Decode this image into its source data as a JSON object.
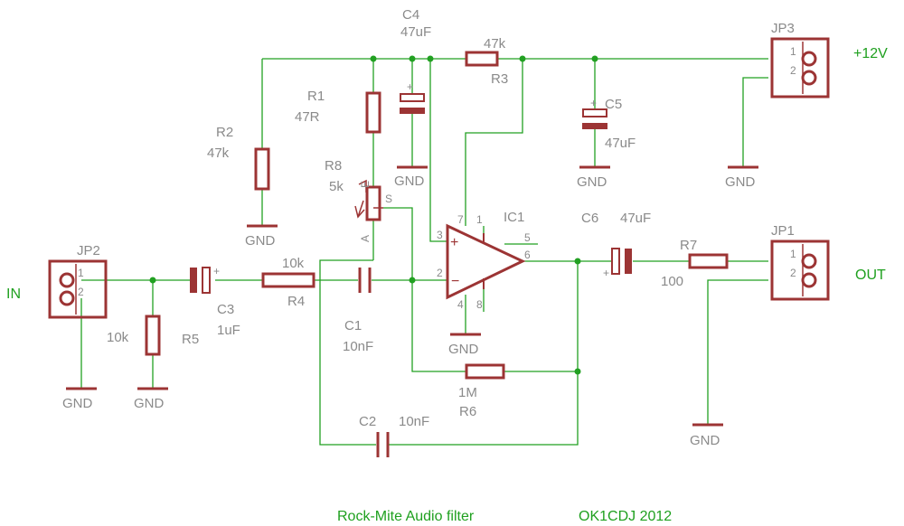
{
  "title": "Rock-Mite Audio filter",
  "author": "OK1CDJ 2012",
  "nets": {
    "in": "IN",
    "out": "OUT",
    "vplus": "+12V",
    "gnd": "GND"
  },
  "components": {
    "JP1": {
      "ref": "JP1",
      "pin1": "1",
      "pin2": "2"
    },
    "JP2": {
      "ref": "JP2",
      "pin1": "1",
      "pin2": "2"
    },
    "JP3": {
      "ref": "JP3",
      "pin1": "1",
      "pin2": "2"
    },
    "R1": {
      "ref": "R1",
      "value": "47R"
    },
    "R2": {
      "ref": "R2",
      "value": "47k"
    },
    "R3": {
      "ref": "R3",
      "value": "47k"
    },
    "R4": {
      "ref": "R4",
      "value": "10k"
    },
    "R5": {
      "ref": "R5",
      "value": "10k"
    },
    "R6": {
      "ref": "R6",
      "value": "1M"
    },
    "R7": {
      "ref": "R7",
      "value": "100"
    },
    "R8": {
      "ref": "R8",
      "value": "5k",
      "pin_a": "A",
      "pin_e": "E",
      "pin_s": "S"
    },
    "C1": {
      "ref": "C1",
      "value": "10nF"
    },
    "C2": {
      "ref": "C2",
      "value": "10nF"
    },
    "C3": {
      "ref": "C3",
      "value": "1uF"
    },
    "C4": {
      "ref": "C4",
      "value": "47uF"
    },
    "C5": {
      "ref": "C5",
      "value": "47uF"
    },
    "C6": {
      "ref": "C6",
      "value": "47uF"
    },
    "IC1": {
      "ref": "IC1",
      "pins": [
        "7",
        "1",
        "3",
        "2",
        "5",
        "6",
        "4",
        "8"
      ]
    }
  },
  "polarity": {
    "plus": "+",
    "minus": "−"
  }
}
